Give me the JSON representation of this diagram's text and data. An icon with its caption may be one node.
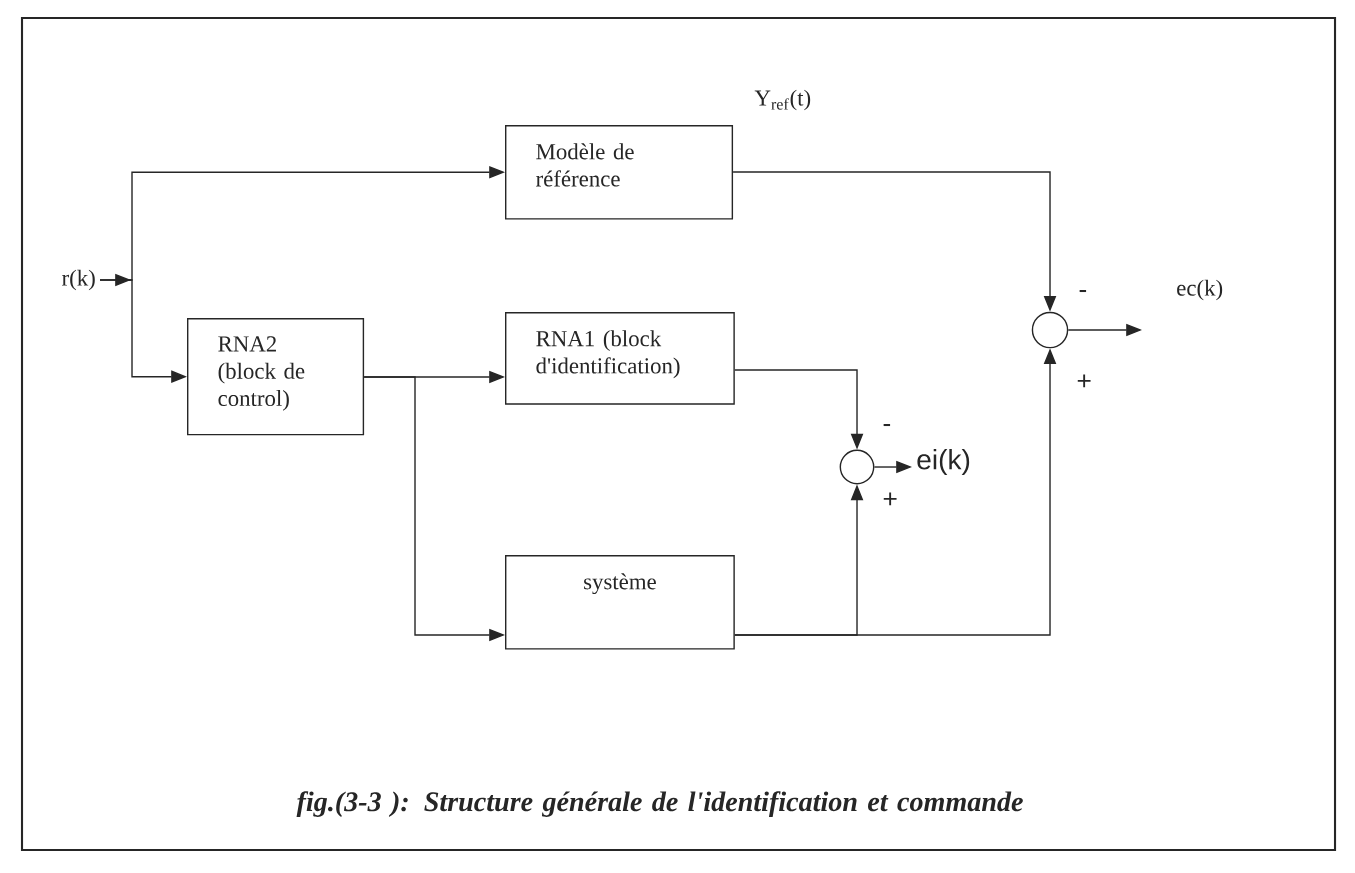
{
  "diagram": {
    "caption": "fig.(3-3 ): Structure générale de l'identification et commande",
    "nodes": [
      {
        "text": [
          "r(k)"
        ]
      },
      {
        "text": [
          "Modèle de référence"
        ]
      },
      {
        "text": [
          "RNA2 (block de control)"
        ]
      },
      {
        "text": [
          "RNA1 (block d'identification)"
        ]
      },
      {
        "text": [
          "système"
        ]
      },
      {
        "text": [],
        "shape": "circle"
      },
      {
        "text": [],
        "shape": "circle"
      },
      {
        "text": [
          "ec(k)"
        ]
      },
      {
        "text": [
          "ei(k)"
        ]
      }
    ],
    "edges": [
      {
        "from": 0,
        "to": 1,
        "arrow": "to"
      },
      {
        "from": 0,
        "to": 2,
        "arrow": "to"
      },
      {
        "from": 1,
        "to": 5,
        "arrow": "to"
      },
      {
        "from": 2,
        "to": 3,
        "arrow": "to"
      },
      {
        "from": 2,
        "to": 4,
        "arrow": "to"
      },
      {
        "from": 3,
        "to": 6,
        "arrow": "to"
      },
      {
        "from": 4,
        "to": 6,
        "arrow": "to"
      },
      {
        "from": 4,
        "to": 5,
        "arrow": "to"
      },
      {
        "from": 5,
        "to": 7,
        "arrow": "to"
      },
      {
        "from": 6,
        "to": 8,
        "arrow": "to"
      }
    ],
    "labels": [
      "Y$_{ref}$(t)",
      "-",
      "+",
      "-",
      "+"
    ]
  }
}
